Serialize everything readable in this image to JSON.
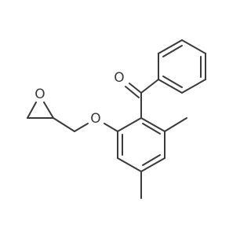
{
  "molecule": {
    "atom_labels": {
      "ketone_oxygen": "O",
      "epoxide_oxygen": "O",
      "ether_oxygen": "O"
    }
  }
}
